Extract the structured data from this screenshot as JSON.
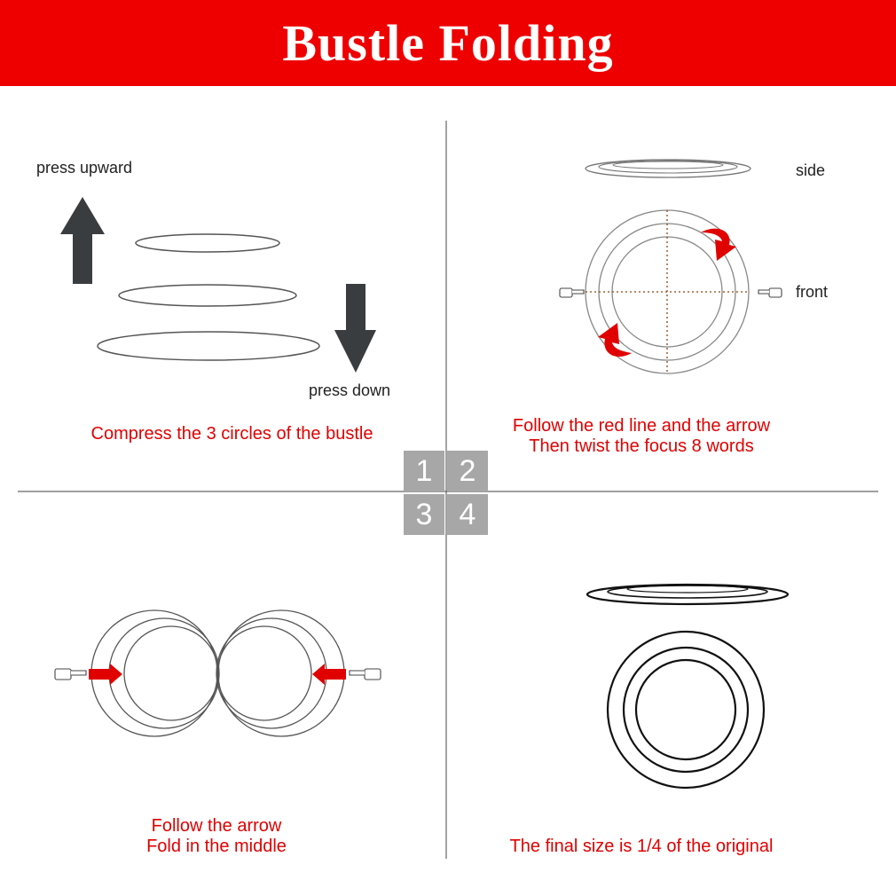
{
  "header": {
    "title": "Bustle Folding"
  },
  "step1": {
    "press_upward": "press upward",
    "press_down": "press down",
    "caption": "Compress the 3 circles of the bustle"
  },
  "step2": {
    "side_label": "side",
    "front_label": "front",
    "caption_line1": "Follow the red line and the arrow",
    "caption_line2": "Then twist the focus 8 words"
  },
  "step3": {
    "caption_line1": "Follow the arrow",
    "caption_line2": "Fold in the middle"
  },
  "step4": {
    "caption": "The final size is 1/4 of the original"
  },
  "steps_badge": [
    "1",
    "2",
    "3",
    "4"
  ],
  "colors": {
    "header_bg": "#ee0000",
    "caption_text": "#e00000",
    "arrow_gray": "#3a3d40",
    "twist_red": "#e00000",
    "badge_bg": "#a7a7a7"
  }
}
